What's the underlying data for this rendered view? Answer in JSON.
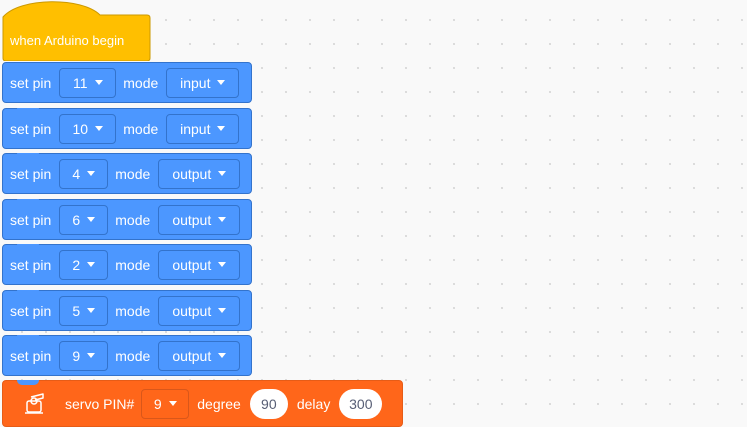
{
  "colors": {
    "hat": "#ffbf00",
    "block": "#4c97ff",
    "servo": "#ff661a",
    "canvas": "#f9f9f9"
  },
  "hat": {
    "label": "when Arduino begin"
  },
  "blocks": [
    {
      "prefix": "set pin",
      "pin": "11",
      "mid": "mode",
      "mode": "input"
    },
    {
      "prefix": "set pin",
      "pin": "10",
      "mid": "mode",
      "mode": "input"
    },
    {
      "prefix": "set pin",
      "pin": "4",
      "mid": "mode",
      "mode": "output"
    },
    {
      "prefix": "set pin",
      "pin": "6",
      "mid": "mode",
      "mode": "output"
    },
    {
      "prefix": "set pin",
      "pin": "2",
      "mid": "mode",
      "mode": "output"
    },
    {
      "prefix": "set pin",
      "pin": "5",
      "mid": "mode",
      "mode": "output"
    },
    {
      "prefix": "set pin",
      "pin": "9",
      "mid": "mode",
      "mode": "output"
    }
  ],
  "servo": {
    "icon": "servo-icon",
    "pin_label": "servo PIN#",
    "pin": "9",
    "degree_label": "degree",
    "degree": "90",
    "delay_label": "delay",
    "delay": "300"
  }
}
